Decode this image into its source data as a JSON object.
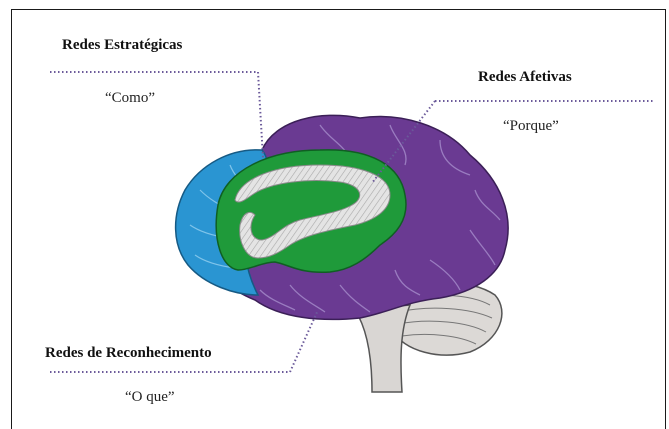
{
  "labels": {
    "strategic": {
      "title": "Redes Estratégicas",
      "subtitle": "“Como”"
    },
    "affective": {
      "title": "Redes Afetivas",
      "subtitle": "“Porque”"
    },
    "recognition": {
      "title": "Redes de  Reconhecimento",
      "subtitle": "“O que”"
    }
  },
  "colors": {
    "strategic_blue": "#2a95d2",
    "affective_purple": "#6a3a92",
    "recognition_green": "#1f9a3a",
    "cerebellum_gray": "#d9d6d3",
    "hatch_gray": "#c8c8c8",
    "leader_line": "#6b5a9a"
  }
}
